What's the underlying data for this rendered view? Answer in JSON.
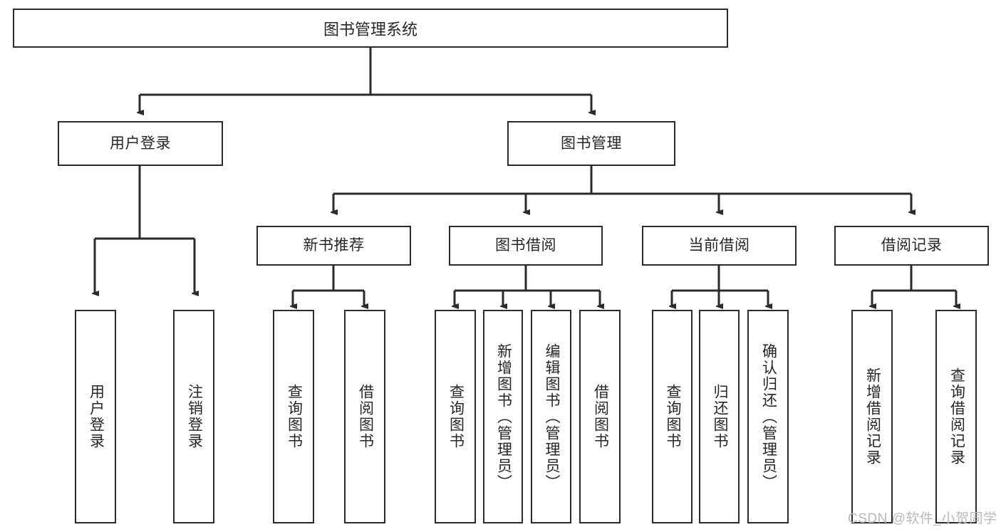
{
  "diagram": {
    "title": "图书管理系统",
    "type": "hierarchy-tree",
    "watermark": "CSDN @软件_小贺同学",
    "colors": {
      "box_border": "#2b2b2b",
      "box_fill": "#ffffff",
      "edge": "#2b2b2b",
      "text": "#262626",
      "watermark": "#b9b9b9",
      "background": "#ffffff"
    },
    "nodes": {
      "root": {
        "label": "图书管理系统"
      },
      "level2": [
        {
          "label": "用户登录"
        },
        {
          "label": "图书管理"
        }
      ],
      "level3": [
        {
          "label": "新书推荐"
        },
        {
          "label": "图书借阅"
        },
        {
          "label": "当前借阅"
        },
        {
          "label": "借阅记录"
        }
      ],
      "leaves": {
        "user_login": [
          {
            "label": "用户登录"
          },
          {
            "label": "注销登录"
          }
        ],
        "new_book_recommend": [
          {
            "label": "查询图书"
          },
          {
            "label": "借阅图书"
          }
        ],
        "book_borrow": [
          {
            "label": "查询图书"
          },
          {
            "label": "新增图书（管理员）"
          },
          {
            "label": "编辑图书（管理员）"
          },
          {
            "label": "借阅图书"
          }
        ],
        "current_borrow": [
          {
            "label": "查询图书"
          },
          {
            "label": "归还图书"
          },
          {
            "label": "确认归还（管理员）"
          }
        ],
        "borrow_record": [
          {
            "label": "新增借阅记录"
          },
          {
            "label": "查询借阅记录"
          }
        ]
      }
    }
  }
}
